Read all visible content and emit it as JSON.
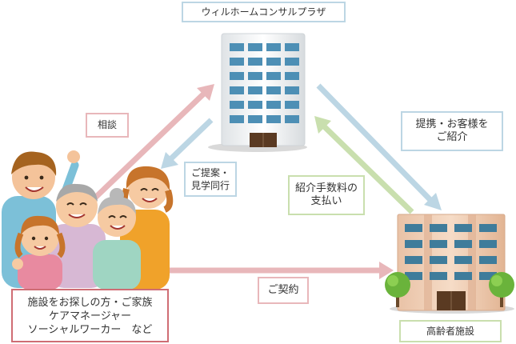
{
  "title_box": "ウィルホームコンサルプラザ",
  "labels": {
    "consult": "相談",
    "proposal": [
      "ご提案・",
      "見学同行"
    ],
    "partnership": [
      "提携・お客様を",
      "ご紹介"
    ],
    "referral_fee": [
      "紹介手数料の",
      "支払い"
    ],
    "contract": "ご契約",
    "facility": "高齢者施設"
  },
  "family_box": [
    "施設をお探しの方・ご家族",
    "ケアマネージャー",
    "ソーシャルワーカー　など"
  ],
  "colors": {
    "pink_arrow": "#e8b7ba",
    "blue_arrow": "#bcd6e4",
    "green_arrow": "#c9dfae",
    "family_border": "#cf6d74"
  }
}
